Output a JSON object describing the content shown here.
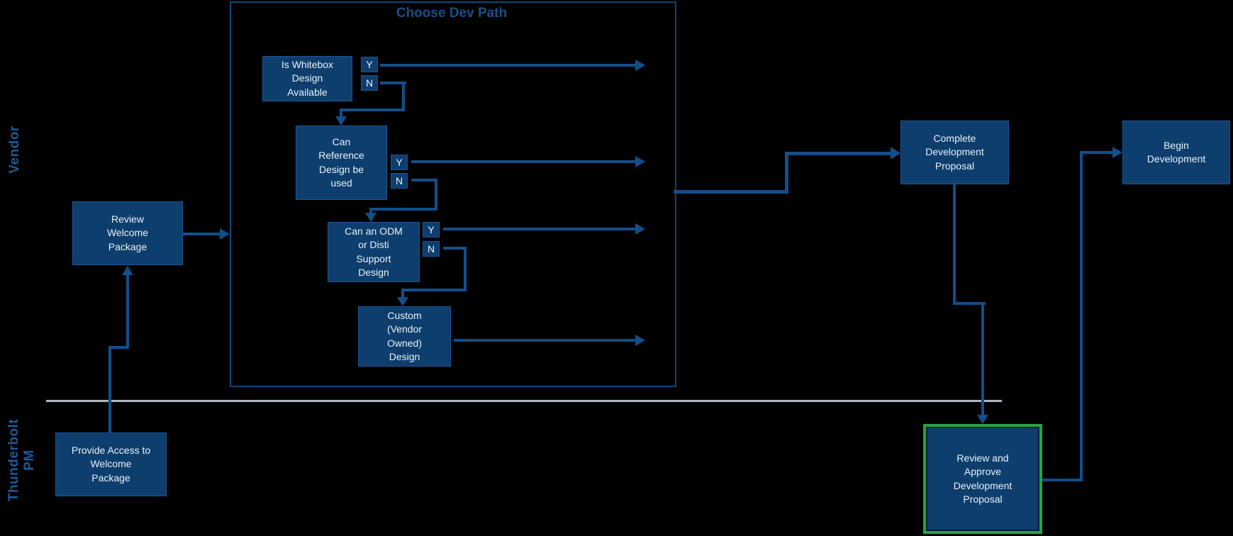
{
  "diagram": {
    "title": "Choose Dev Path",
    "lanes": {
      "top": "Vendor",
      "bottom": "Thunderbolt\nPM"
    },
    "branch": {
      "yes": "Y",
      "no": "N"
    },
    "nodes": {
      "is_whitebox": "Is Whitebox Design Available",
      "can_reference": "Can Reference Design be used",
      "can_odm": "Can an ODM or Disti Support Design",
      "custom_design": "Custom (Vendor Owned) Design",
      "review_welcome": "Review Welcome Package",
      "provide_access": "Provide Access to Welcome Package",
      "complete_proposal": "Complete Development Proposal",
      "begin_development": "Begin Development",
      "review_approve": "Review and Approve Development Proposal"
    },
    "edges": [
      {
        "from": "provide_access",
        "to": "review_welcome",
        "label": ""
      },
      {
        "from": "review_welcome",
        "to": "choose_dev_path_frame",
        "label": ""
      },
      {
        "from": "is_whitebox",
        "to": "dev_path_output",
        "label": "Y"
      },
      {
        "from": "is_whitebox",
        "to": "can_reference",
        "label": "N"
      },
      {
        "from": "can_reference",
        "to": "dev_path_output",
        "label": "Y"
      },
      {
        "from": "can_reference",
        "to": "can_odm",
        "label": "N"
      },
      {
        "from": "can_odm",
        "to": "dev_path_output",
        "label": "Y"
      },
      {
        "from": "can_odm",
        "to": "custom_design",
        "label": "N"
      },
      {
        "from": "custom_design",
        "to": "dev_path_output",
        "label": ""
      },
      {
        "from": "dev_path_output",
        "to": "complete_proposal",
        "label": ""
      },
      {
        "from": "complete_proposal",
        "to": "review_approve",
        "label": ""
      },
      {
        "from": "review_approve",
        "to": "begin_development",
        "label": ""
      }
    ],
    "colors": {
      "background": "#000000",
      "node_fill": "#0d3e6d",
      "node_border": "#1c5593",
      "node_text": "#e9f1f9",
      "connector": "#134e8a",
      "frame_border": "#10457a",
      "title_text": "#174f8a",
      "lane_text": "#1d5a9c",
      "divider": "#b0b6bb",
      "highlight_border": "#21a73e"
    }
  }
}
